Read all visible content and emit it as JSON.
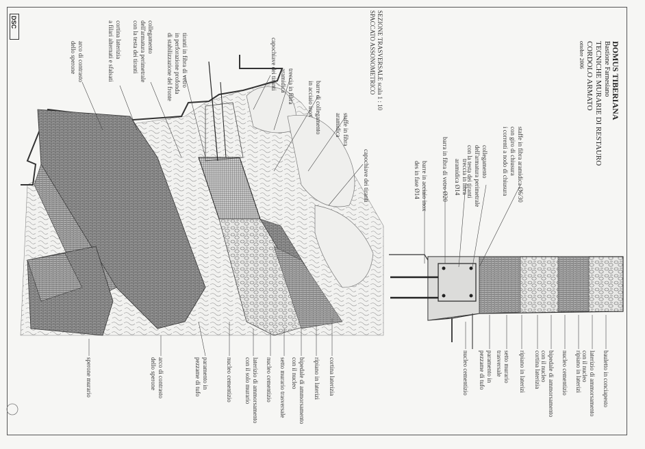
{
  "title_block": {
    "line1": "DOMUS TIBERIANA",
    "line2": "Bastione Farnesiano",
    "line3": "TECNICHE MURARIE DI RESTAURO",
    "line4": "CORDOLO ARMATO",
    "date": "ottobre 2006"
  },
  "section": {
    "line1": "SEZIONE TRASVERSALE   scala 1 : 10",
    "line2": "SPACCATO ASSONOMETRICO"
  },
  "brand": {
    "label": "DSC"
  },
  "labels_axo_top": [
    {
      "lines": [
        "arco di contrasto",
        "dello sperone"
      ]
    },
    {
      "lines": [
        "cortina laterizia",
        "a filari alternati e sfalsati"
      ]
    },
    {
      "lines": [
        "collegamento",
        "dell'armatura perimetrale",
        "con la testa dei tiranti"
      ]
    },
    {
      "lines": [
        "tiranti in fibra di vetro",
        "in perforazione profonda",
        "di stabilizzazione del fronte"
      ]
    },
    {
      "lines": [
        "capochiave dei tiranti"
      ]
    },
    {
      "lines": [
        "treccia in fibra",
        "aramidica"
      ]
    },
    {
      "lines": [
        "barre di collegamento",
        "in acciaio inox"
      ]
    },
    {
      "lines": [
        "staffe in fibra",
        "aramidica"
      ]
    },
    {
      "lines": [
        "capochiave dei tiranti"
      ]
    }
  ],
  "labels_axo_bottom": [
    {
      "lines": [
        "sperone murario"
      ]
    },
    {
      "lines": [
        "arco di contrasto",
        "dello sperone"
      ]
    },
    {
      "lines": [
        "paramento in",
        "pezzame di tufo"
      ]
    },
    {
      "lines": [
        "nucleo cementizio"
      ]
    },
    {
      "lines": [
        "laterizio di ammorsamento",
        "con il solo murario"
      ]
    },
    {
      "lines": [
        "nucleo cementizio"
      ]
    },
    {
      "lines": [
        "setto murario trasversale"
      ]
    },
    {
      "lines": [
        "bipedale di ammorsamento",
        "con il nucleo"
      ]
    },
    {
      "lines": [
        "ripiano in laterizi"
      ]
    },
    {
      "lines": [
        "cortina laterizia"
      ]
    }
  ],
  "labels_section_top": [
    {
      "lines": [
        "barre in acciaio inox",
        "des in fase Ø14"
      ]
    },
    {
      "lines": [
        "barra in fibra di vetro Ø20"
      ]
    },
    {
      "lines": [
        "treccia in fibra",
        "aramidica Ø14"
      ]
    },
    {
      "lines": [
        "collegamento",
        "dell'armatura perimetrale",
        "con la testa dei tiranti"
      ]
    },
    {
      "lines": [
        "staffe in fibra aramidica Ø6/30",
        "con giro di chiusura",
        "i correnti a nodo di chiusura"
      ]
    }
  ],
  "labels_section_bottom": [
    {
      "lines": [
        "nucleo cementizio"
      ]
    },
    {
      "lines": [
        "paramento in",
        "pezzame di tufo"
      ]
    },
    {
      "lines": [
        "setto murario",
        "trasversale"
      ]
    },
    {
      "lines": [
        "ripiano in laterizi"
      ]
    },
    {
      "lines": [
        "cortina laterizia"
      ]
    },
    {
      "lines": [
        "bipedale di ammorsamento",
        "con il nucleo"
      ]
    },
    {
      "lines": [
        "nucleo cementizio"
      ]
    },
    {
      "lines": [
        "ripiano in laterizi"
      ]
    },
    {
      "lines": [
        "laterizio di ammorsamento",
        "con il nucleo"
      ]
    },
    {
      "lines": [
        "bauletto in conciapesto"
      ]
    }
  ]
}
